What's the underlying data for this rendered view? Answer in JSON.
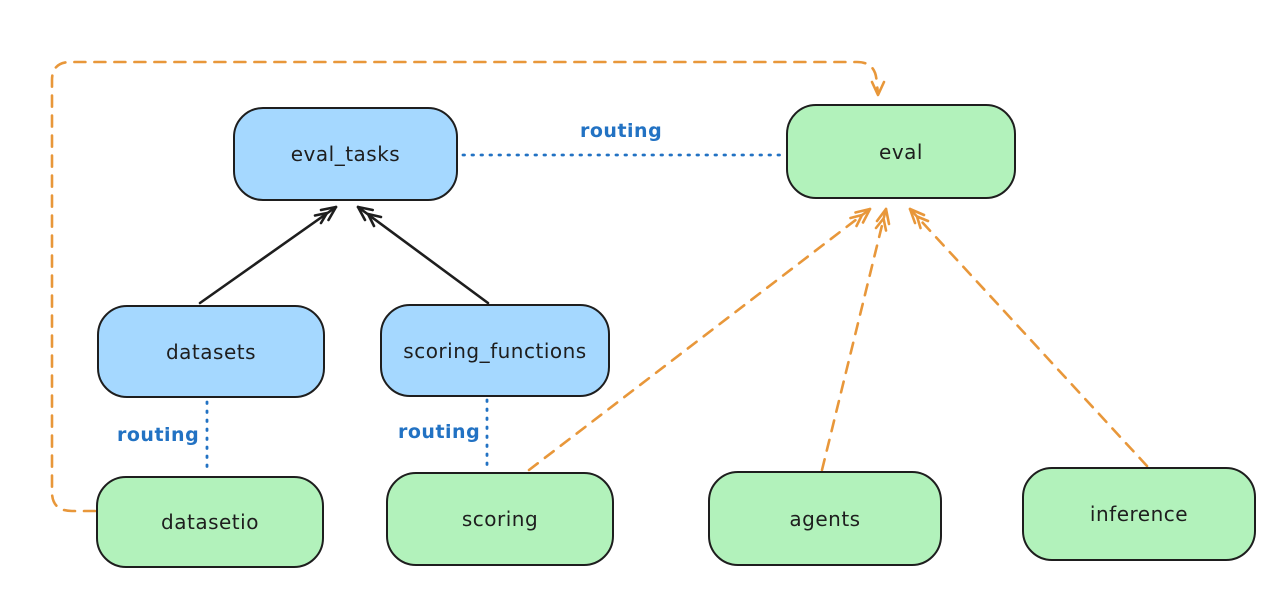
{
  "diagram": {
    "title": "",
    "canvas_background": "#ffffff",
    "colors": {
      "canvas_bg": "#ffffff",
      "node_blue_fill": "#a5d8ff",
      "node_green_fill": "#b2f2bb",
      "node_stroke": "#1e1e1e",
      "edge_black": "#1e1e1e",
      "edge_blue": "#2272c3",
      "edge_orange": "#e8973a"
    },
    "nodes": [
      {
        "id": "eval_tasks",
        "label": "eval_tasks",
        "color": "blue"
      },
      {
        "id": "eval",
        "label": "eval",
        "color": "green"
      },
      {
        "id": "datasets",
        "label": "datasets",
        "color": "blue"
      },
      {
        "id": "scoring_functions",
        "label": "scoring_functions",
        "color": "blue"
      },
      {
        "id": "datasetio",
        "label": "datasetio",
        "color": "green"
      },
      {
        "id": "scoring",
        "label": "scoring",
        "color": "green"
      },
      {
        "id": "agents",
        "label": "agents",
        "color": "green"
      },
      {
        "id": "inference",
        "label": "inference",
        "color": "green"
      }
    ],
    "edges": [
      {
        "from": "datasets",
        "to": "eval_tasks",
        "style": "solid",
        "color": "black",
        "arrow": true,
        "label": ""
      },
      {
        "from": "scoring_functions",
        "to": "eval_tasks",
        "style": "solid",
        "color": "black",
        "arrow": true,
        "label": ""
      },
      {
        "from": "eval_tasks",
        "to": "eval",
        "style": "dotted",
        "color": "blue",
        "arrow": false,
        "label": "routing"
      },
      {
        "from": "datasets",
        "to": "datasetio",
        "style": "dotted",
        "color": "blue",
        "arrow": false,
        "label": "routing"
      },
      {
        "from": "scoring_functions",
        "to": "scoring",
        "style": "dotted",
        "color": "blue",
        "arrow": false,
        "label": "routing"
      },
      {
        "from": "datasetio",
        "to": "eval",
        "style": "dashed",
        "color": "orange",
        "arrow": true,
        "label": ""
      },
      {
        "from": "scoring",
        "to": "eval",
        "style": "dashed",
        "color": "orange",
        "arrow": true,
        "label": ""
      },
      {
        "from": "agents",
        "to": "eval",
        "style": "dashed",
        "color": "orange",
        "arrow": true,
        "label": ""
      },
      {
        "from": "inference",
        "to": "eval",
        "style": "dashed",
        "color": "orange",
        "arrow": true,
        "label": ""
      }
    ]
  }
}
